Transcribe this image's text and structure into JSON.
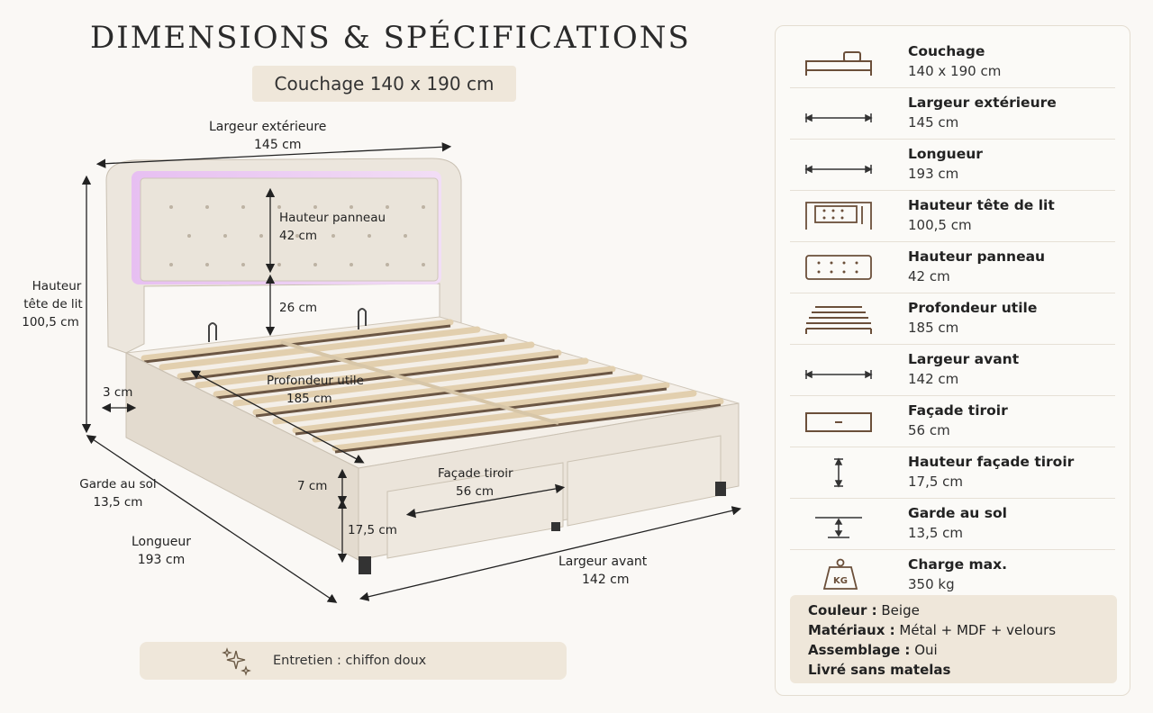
{
  "title": "DIMENSIONS & SPÉCIFICATIONS",
  "couchage_label": "Couchage 140 x 190 cm",
  "diagram": {
    "width_outer_label": "Largeur extérieure",
    "width_outer_value": "145 cm",
    "headboard_height_label": "Hauteur",
    "headboard_height_label2": "tête de lit",
    "headboard_height_value": "100,5 cm",
    "panel_height_label": "Hauteur panneau",
    "panel_height_value": "42 cm",
    "gap_value": "26 cm",
    "usable_depth_label": "Profondeur utile",
    "usable_depth_value": "185 cm",
    "side_thickness": "3 cm",
    "ground_clearance_label": "Garde au sol",
    "ground_clearance_value": "13,5 cm",
    "length_label": "Longueur",
    "length_value": "193 cm",
    "drawer_front_label": "Façade tiroir",
    "drawer_front_value": "56 cm",
    "top_rail": "7 cm",
    "drawer_height": "17,5 cm",
    "front_width_label": "Largeur avant",
    "front_width_value": "142 cm"
  },
  "care": {
    "icon": "sparkle-icon",
    "text": "Entretien : chiffon doux"
  },
  "specs": [
    {
      "icon": "bed-icon",
      "name": "Couchage",
      "value": "140 x 190 cm"
    },
    {
      "icon": "width-arrow-icon",
      "name": "Largeur extérieure",
      "value": "145 cm"
    },
    {
      "icon": "length-arrow-icon",
      "name": "Longueur",
      "value": "193 cm"
    },
    {
      "icon": "headboard-icon",
      "name": "Hauteur tête de lit",
      "value": "100,5 cm"
    },
    {
      "icon": "panel-icon",
      "name": "Hauteur panneau",
      "value": "42 cm"
    },
    {
      "icon": "slats-icon",
      "name": "Profondeur utile",
      "value": "185 cm"
    },
    {
      "icon": "front-width-icon",
      "name": "Largeur avant",
      "value": "142 cm"
    },
    {
      "icon": "drawer-icon",
      "name": "Façade tiroir",
      "value": "56 cm"
    },
    {
      "icon": "vertical-arrow-icon",
      "name": "Hauteur façade tiroir",
      "value": "17,5 cm"
    },
    {
      "icon": "clearance-icon",
      "name": "Garde au sol",
      "value": "13,5 cm"
    },
    {
      "icon": "weight-icon",
      "name": "Charge max.",
      "value": "350 kg",
      "icon_text": "KG"
    }
  ],
  "info": {
    "color_label": "Couleur :",
    "color_value": "Beige",
    "material_label": "Matériaux :",
    "material_value": "Métal + MDF + velours",
    "assembly_label": "Assemblage :",
    "assembly_value": "Oui",
    "delivery": "Livré sans matelas"
  },
  "colors": {
    "accent_bg": "#efe7da",
    "bed_fabric": "#ece6dd",
    "slats": "#e8d9bf",
    "led": "#d98ef0"
  }
}
